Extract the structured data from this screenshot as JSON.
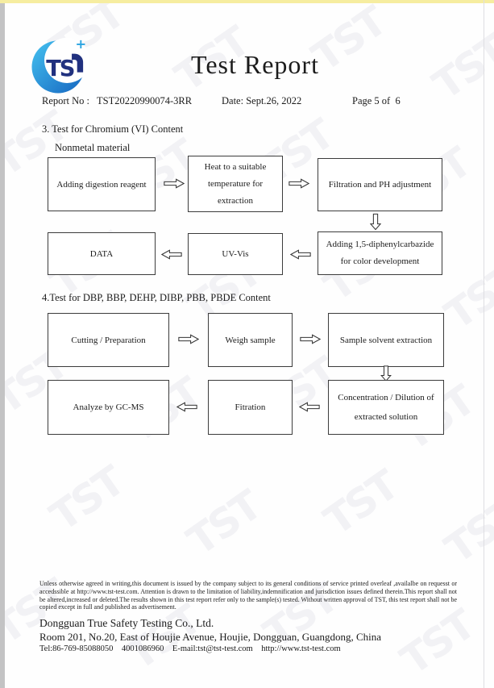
{
  "page": {
    "title": "Test Report",
    "meta": {
      "report_no_label": "Report No :",
      "report_no": "TST20220990074-3RR",
      "date": "Date: Sept.26, 2022",
      "page": "Page 5 of  6"
    }
  },
  "logo": {
    "letters": "TS",
    "plus": "+"
  },
  "watermark": {
    "glyph": "TST"
  },
  "section3": {
    "heading": "3. Test for Chromium (VI) Content",
    "subheading": "Nonmetal material",
    "boxes": {
      "adding_digestion": "Adding digestion reagent",
      "heat": "Heat to a suitable temperature for extraction",
      "filtration": "Filtration and PH adjustment",
      "carbazide": "Adding 1,5-diphenylcarbazide for color development",
      "uvvis": "UV-Vis",
      "data": "DATA"
    }
  },
  "section4": {
    "heading": "4.Test for DBP, BBP, DEHP, DIBP, PBB, PBDE Content",
    "boxes": {
      "cutting": "Cutting / Preparation",
      "weigh": "Weigh sample",
      "extraction": "Sample solvent extraction",
      "concentration": "Concentration / Dilution of extracted solution",
      "fitration": "Fitration",
      "analyze": "Analyze by GC-MS"
    }
  },
  "footer": {
    "disclaimer": "Unless otherwise agreed in writing,this document is issued by the company subject to its general conditions of service printed overleaf ,availalbe on requesst or accedssible at http://www.tst-test.com. Attention is drawn to the limitation of liability,indemnification and jurisdiction issues defined therein.This report shall not be altered,increased or deleted.The results shown in this test report refer only to the sample(s) tested. Without written approval of TST, this test report shall not be copied except in full and published as advertisement.",
    "company": "Dongguan True Safety Testing Co., Ltd.",
    "address": "Room 201, No.20, East of Houjie Avenue, Houjie, Dongguan, Guangdong, China",
    "contact": "Tel:86-769-85088050    4001086960    E-mail:tst@tst-test.com    http://www.tst-test.com"
  },
  "colors": {
    "brand_blue": "#2aa3e0",
    "brand_navy": "#21317f",
    "watermark_gray": "#f2f2f5",
    "edge_yellow": "#f6eda0",
    "edge_gray": "#c3c3c4"
  }
}
